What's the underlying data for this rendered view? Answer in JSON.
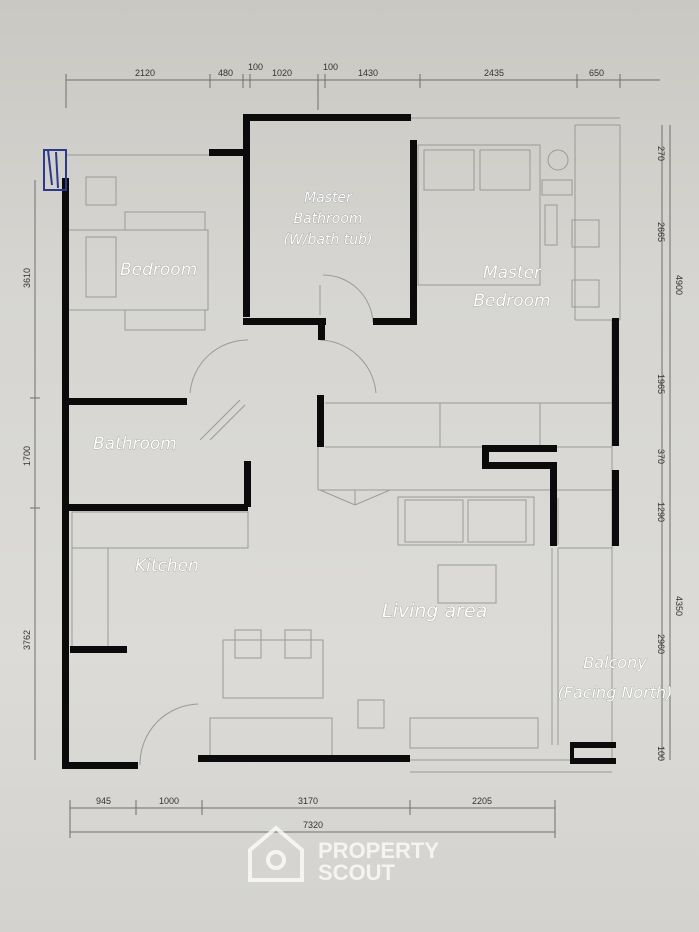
{
  "rooms": {
    "bedroom": "Bedroom",
    "master_bathroom": [
      "Master",
      "Bathroom",
      "(W/bath tub)"
    ],
    "master_bedroom": [
      "Master",
      "Bedroom"
    ],
    "bathroom": "Bathroom",
    "kitchen": "Kitchen",
    "living": "Living area",
    "balcony": [
      "Balcony",
      "(Facing North)"
    ]
  },
  "dimensions": {
    "top": [
      "2120",
      "480",
      "100",
      "1020",
      "100",
      "1430",
      "2435",
      "650"
    ],
    "bottom": [
      "945",
      "1000",
      "3170",
      "2205"
    ],
    "bottom_total": "7320",
    "left": [
      "3610",
      "1700",
      "3762"
    ],
    "right": [
      "270",
      "2665",
      "4900",
      "1965",
      "370",
      "1290",
      "4350",
      "2960",
      "100"
    ]
  },
  "watermark": [
    "PROPERTY",
    "SCOUT"
  ],
  "colors": {
    "wall": "#0b0b0b",
    "line": "#9a9a96",
    "paper": "#d8d7d3",
    "label": "#ffffff"
  }
}
